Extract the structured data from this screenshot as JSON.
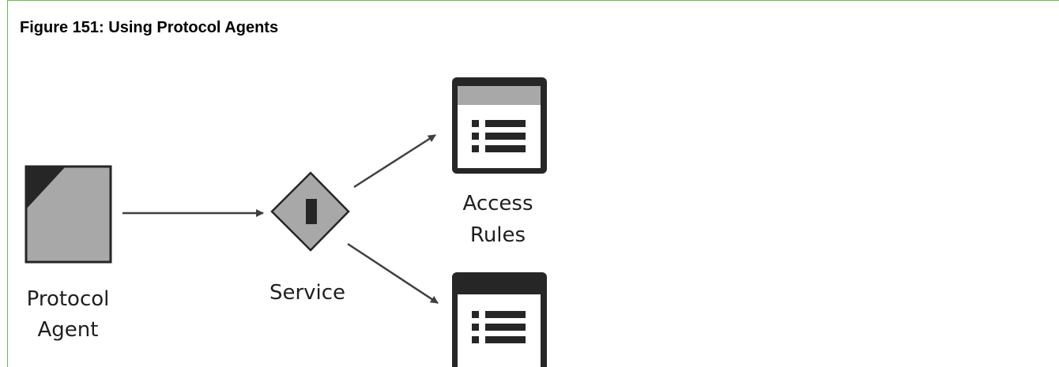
{
  "figure": {
    "title": "Figure 151: Using Protocol Agents"
  },
  "nodes": {
    "protocol_agent": {
      "line1": "Protocol",
      "line2": "Agent",
      "icon": "protocol-agent-icon"
    },
    "service": {
      "line1": "Service",
      "icon": "service-diamond-icon"
    },
    "access_rules": {
      "line1": "Access",
      "line2": "Rules",
      "icon": "access-rules-icon"
    },
    "policy_lower": {
      "icon": "policy-list-icon"
    }
  },
  "colors": {
    "frame": "#6abf4b",
    "icon_dark": "#262626",
    "icon_gray": "#a8a8a8",
    "arrow": "#3f3f3f"
  }
}
